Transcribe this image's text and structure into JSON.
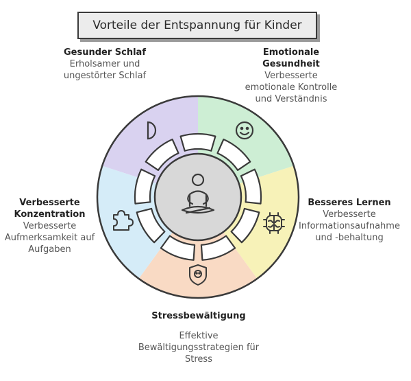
{
  "title": "Vorteile der Entspannung für Kinder",
  "colors": {
    "segment_sleep": "#d9d2f0",
    "segment_emotion": "#cdeed4",
    "segment_learning": "#f7f2b8",
    "segment_stress": "#f9dac4",
    "segment_focus": "#d5ecf8",
    "ring_stroke": "#3a3a3a",
    "center_fill": "#d8d8d8"
  },
  "benefits": [
    {
      "key": "sleep",
      "heading": "Gesunder Schlaf",
      "description": "Erholsamer und ungestörter Schlaf",
      "icon": "half-moon-icon"
    },
    {
      "key": "emotion",
      "heading": "Emotionale Gesundheit",
      "description": "Verbesserte emotionale Kontrolle und Verständnis",
      "icon": "smiley-icon"
    },
    {
      "key": "learning",
      "heading": "Besseres Lernen",
      "description": "Verbesserte Informationsaufnahme und -behaltung",
      "icon": "brain-icon"
    },
    {
      "key": "stress",
      "heading": "Stressbewältigung",
      "description": "Effektive Bewältigungsstrategien für Stress",
      "icon": "shield-smiley-icon"
    },
    {
      "key": "focus",
      "heading": "Verbesserte Konzentration",
      "description": "Verbesserte Aufmerksamkeit auf Aufgaben",
      "icon": "puzzle-icon"
    }
  ],
  "center_icon": "meditation-icon"
}
